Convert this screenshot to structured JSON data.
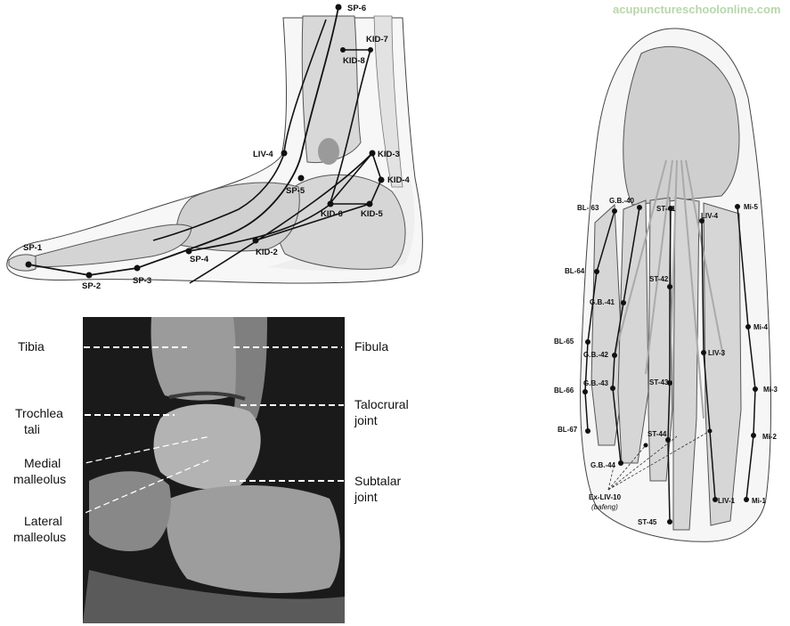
{
  "watermark": "acupunctureschoolonline.com",
  "lateral_view": {
    "points": {
      "sp6": "SP-6",
      "kid7": "KID-7",
      "kid8": "KID-8",
      "liv4": "LIV-4",
      "kid3": "KID-3",
      "sp5": "SP-5",
      "kid4": "KID-4",
      "kid6": "KID-6",
      "kid5": "KID-5",
      "kid2": "KID-2",
      "sp1": "SP-1",
      "sp4": "SP-4",
      "sp3": "SP-3",
      "sp2": "SP-2"
    }
  },
  "xray": {
    "labels": {
      "tibia": "Tibia",
      "fibula": "Fibula",
      "trochlea_1": "Trochlea",
      "trochlea_2": "tali",
      "talocrural_1": "Talocrural",
      "talocrural_2": "joint",
      "medial_1": "Medial",
      "medial_2": "malleolus",
      "subtalar_1": "Subtalar",
      "subtalar_2": "joint",
      "lateral_1": "Lateral",
      "lateral_2": "malleolus"
    }
  },
  "dorsal_view": {
    "points": {
      "bl63": "BL- 63",
      "gb40": "G.B.-40",
      "st41": "ST-41",
      "liv4": "LIV-4",
      "mi5": "Mi-5",
      "bl64": "BL-64",
      "st42": "ST-42",
      "gb41": "G.B.-41",
      "mi4": "Mi-4",
      "bl65": "BL-65",
      "gb42": "G.B.-42",
      "liv3": "LIV-3",
      "bl66": "BL-66",
      "gb43": "G.B.-43",
      "st43": "ST-43",
      "mi3": "Mi-3",
      "bl67": "BL-67",
      "st44": "ST-44",
      "mi2": "Mi-2",
      "gb44": "G.B.-44",
      "exliv10": "Ex-LIV-10",
      "bafeng": "(bafeng)",
      "liv1": "LIV-1",
      "mi1": "Mi-1",
      "st45": "ST-45"
    }
  }
}
